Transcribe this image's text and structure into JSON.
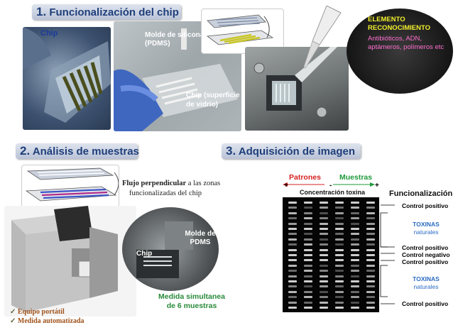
{
  "section1": {
    "number": "1.",
    "title": "Funcionalización del chip",
    "chip_label": "Chip",
    "mold_label": "Molde de silicona (PDMS)",
    "chip_surface_label": "Chip (superficie de vidrio)",
    "element_title": "ELEMENTO RECONOCIMIENTO",
    "element_list": "Antibióticos, ADN, aptámeros, polímeros etc"
  },
  "section2": {
    "number": "2.",
    "title": "Análisis de muestras",
    "flow_bold": "Flujo perpendicular",
    "flow_rest_1": "a las zonas",
    "flow_rest_2": "funcionalizadas del chip",
    "mold_label": "Molde de PDMS",
    "chip_label": "Chip",
    "simultaneous": "Medida simultanea de 6 muestras",
    "check1": "Equipo portátil",
    "check2": "Medida automatizada"
  },
  "section3": {
    "number": "3.",
    "title": "Adquisición de imagen",
    "patrones": "Patrones",
    "muestras": "Muestras",
    "plus_left": "+",
    "minus_mid": "-",
    "plus_right": "+",
    "concentracion": "Concentración toxina",
    "funcionalizacion": "Funcionalización",
    "labels": {
      "cp1": "Control positivo",
      "toxinas1": "TOXINAS",
      "naturales1": "naturales",
      "cp2": "Control positivo",
      "cn": "Control negativo",
      "cp3": "Control positivo",
      "toxinas2": "TOXINAS",
      "naturales2": "naturales",
      "cp4": "Control positivo"
    }
  },
  "colors": {
    "banner_text": "#1f3f7a",
    "patrones": "#d62020",
    "muestras": "#1f9a3a",
    "toxinas": "#2a6bc2",
    "element_title": "#f2ef2a",
    "element_list": "#ff6fd0",
    "simultaneous": "#2a8a3a",
    "checks": "#a0521b"
  }
}
